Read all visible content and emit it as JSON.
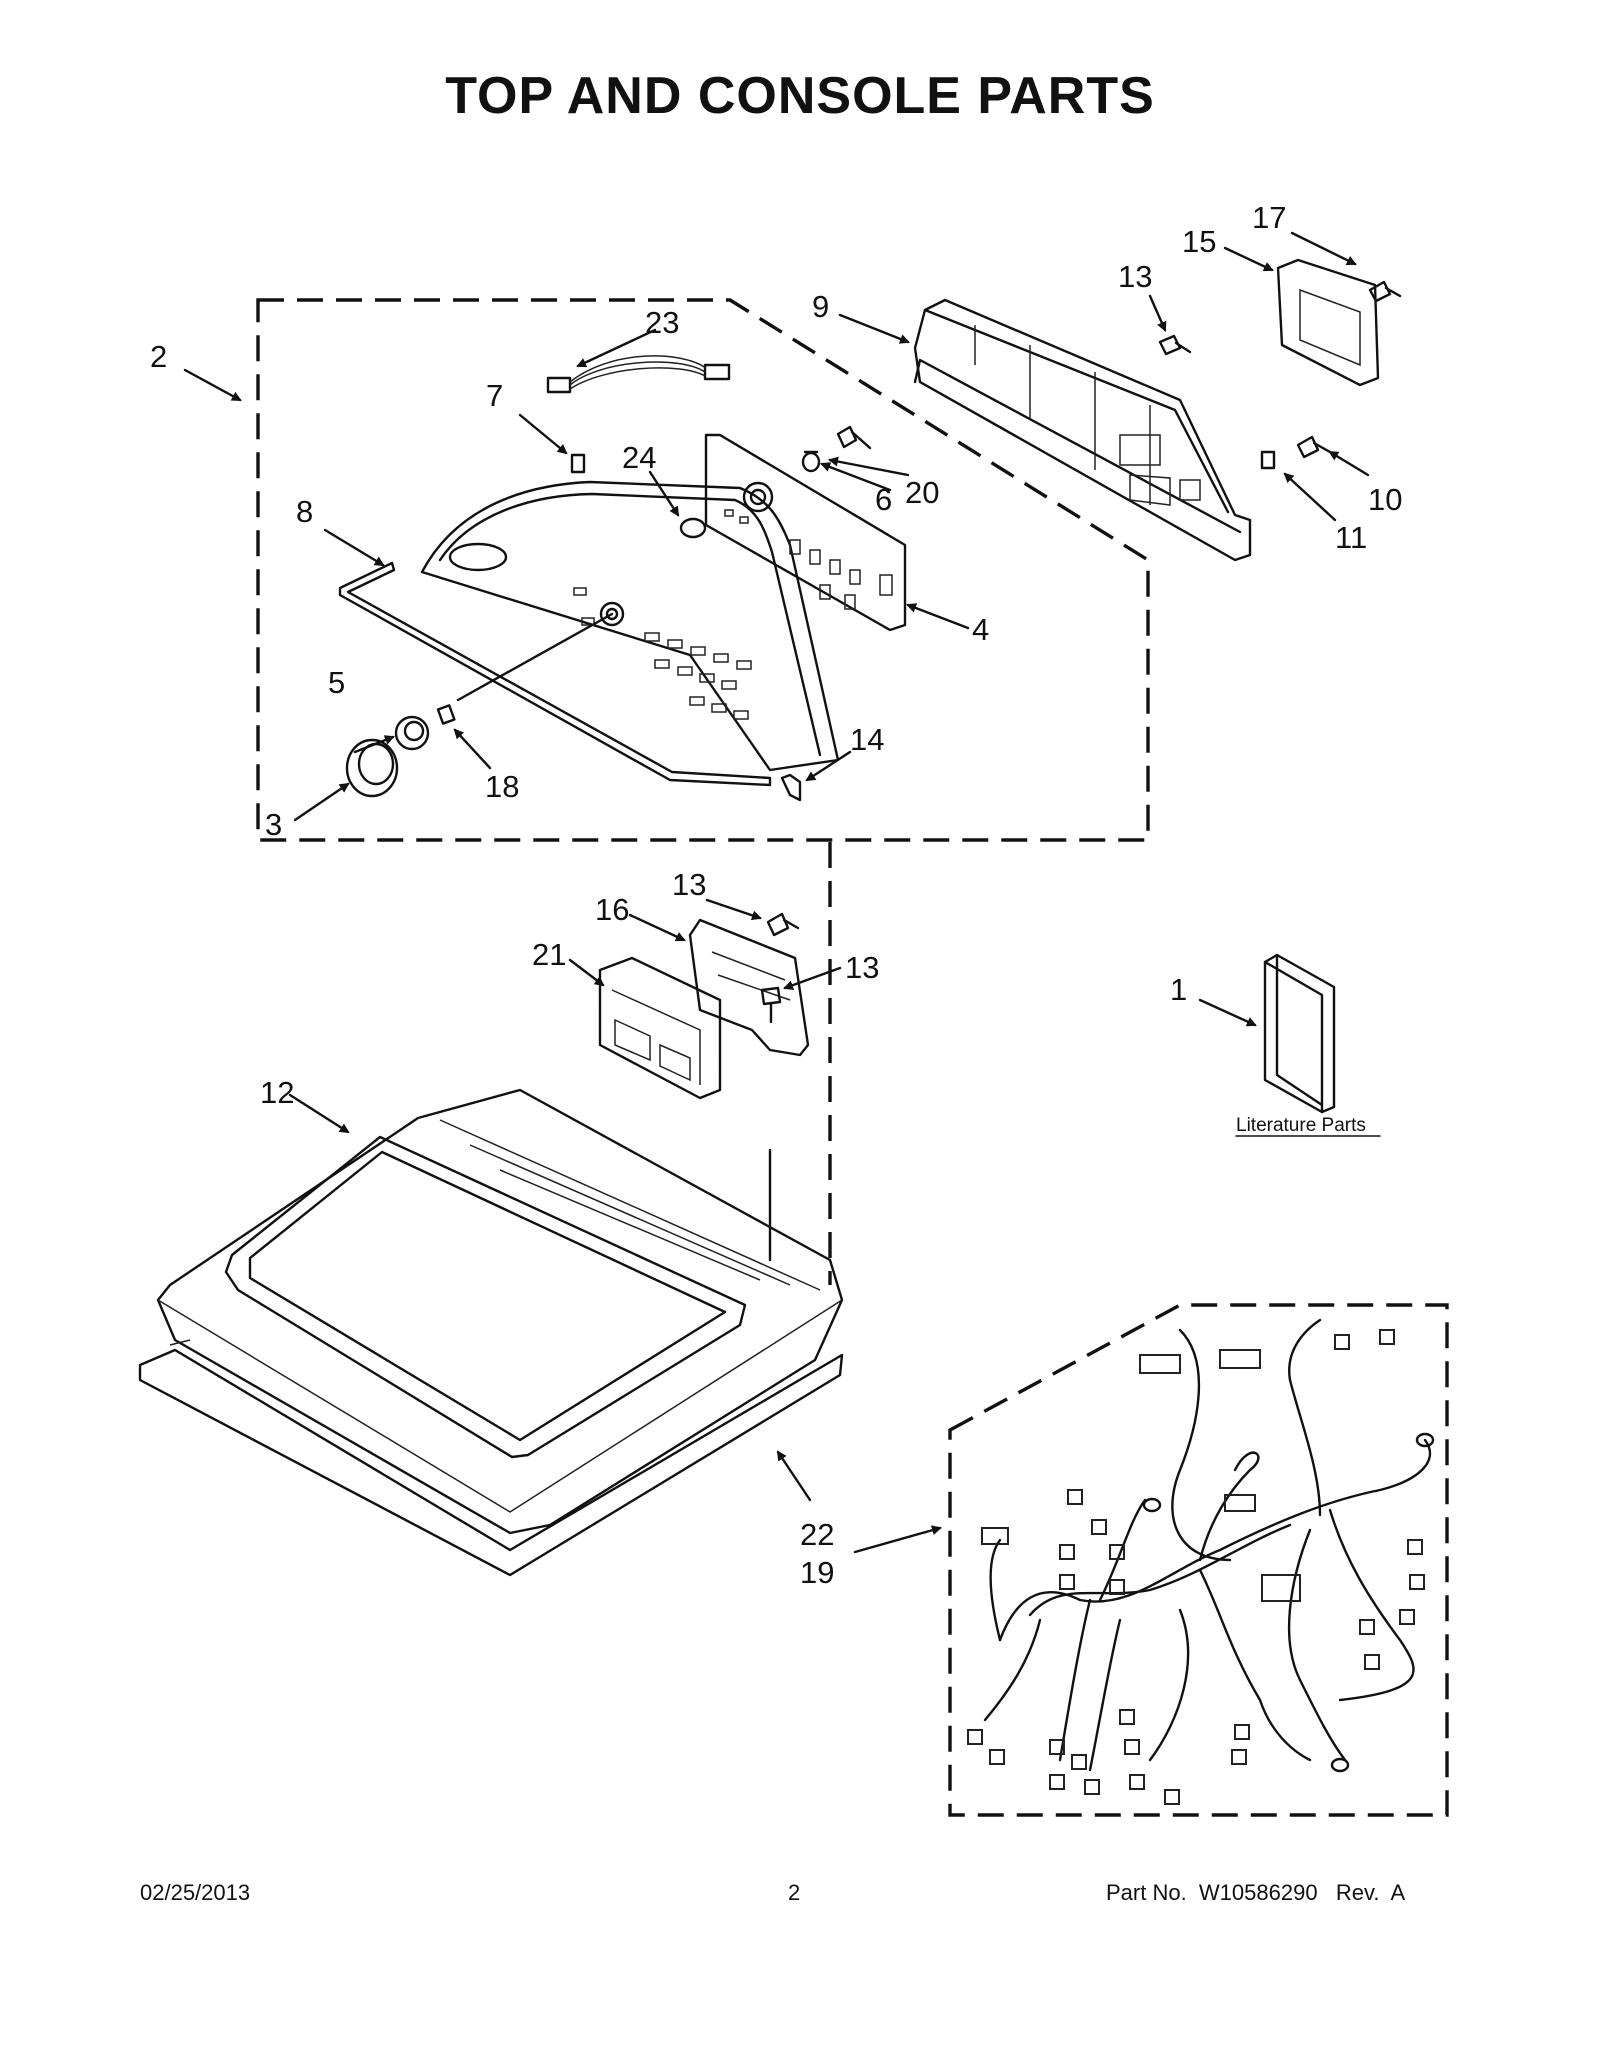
{
  "title": "TOP AND CONSOLE PARTS",
  "labels": {
    "l1": "1",
    "l2": "2",
    "l3": "3",
    "l4": "4",
    "l5": "5",
    "l6": "6",
    "l7": "7",
    "l8": "8",
    "l9": "9",
    "l10": "10",
    "l11": "11",
    "l12": "12",
    "l13a": "13",
    "l13b": "13",
    "l13c": "13",
    "l14": "14",
    "l15": "15",
    "l16": "16",
    "l17": "17",
    "l18": "18",
    "l19": "19",
    "l20": "20",
    "l21": "21",
    "l22": "22",
    "l23": "23",
    "l24": "24"
  },
  "literature_label": "Literature Parts",
  "footer": {
    "date": "02/25/2013",
    "page": "2",
    "part": "Part No.  W10586290   Rev.  A"
  }
}
